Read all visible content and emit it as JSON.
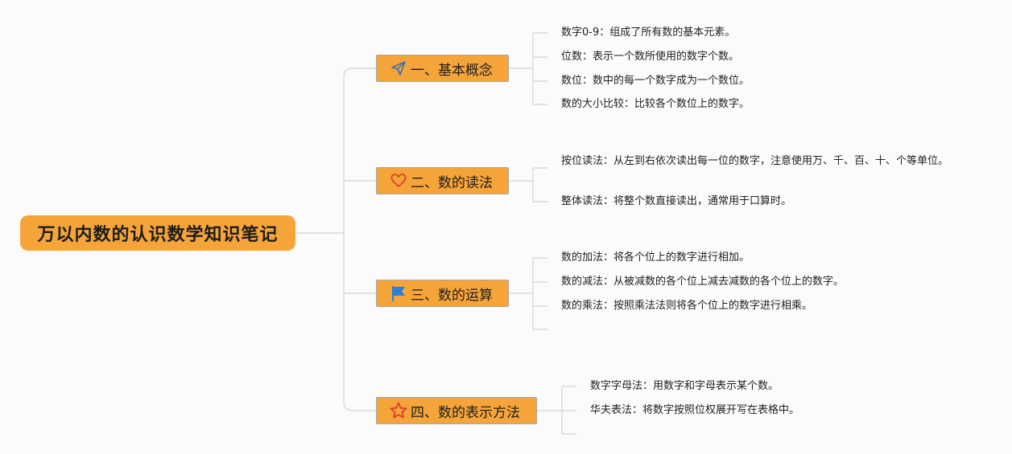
{
  "root": {
    "label": "万以内数的认识数学知识笔记"
  },
  "branches": [
    {
      "label": "一、基本概念",
      "icon": "paper-plane-icon",
      "leaves": [
        "数字0-9：组成了所有数的基本元素。",
        "位数：表示一个数所使用的数字个数。",
        "数位：数中的每一个数字成为一个数位。",
        "数的大小比较：比较各个数位上的数字。"
      ]
    },
    {
      "label": "二、数的读法",
      "icon": "heart-icon",
      "leaves": [
        "按位读法：从左到右依次读出每一位的数字，注意使用万、千、百、十、个等单位。",
        "整体读法：将整个数直接读出，通常用于口算时。"
      ]
    },
    {
      "label": "三、数的运算",
      "icon": "flag-icon",
      "leaves": [
        "数的加法：将各个位上的数字进行相加。",
        "数的减法：从被减数的各个位上减去减数的各个位上的数字。",
        "数的乘法：按照乘法法则将各个位上的数字进行相乘。"
      ]
    },
    {
      "label": "四、数的表示方法",
      "icon": "star-icon",
      "leaves": [
        "数字字母法：用数字和字母表示某个数。",
        "华夫表法：将数字按照位权展开写在表格中。"
      ]
    }
  ],
  "colors": {
    "node_fill": "#f5a43a",
    "line": "#d4d4d4",
    "text": "#1f1f1f",
    "heart": "#e03c2c",
    "star": "#e03c2c",
    "flag": "#2b7fd4",
    "plane": "#3a6fb0"
  }
}
